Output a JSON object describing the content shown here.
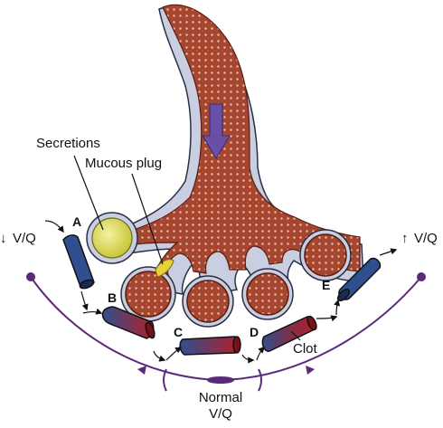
{
  "labels": {
    "secretions": "Secretions",
    "mucous_plug": "Mucous plug",
    "normal_line1": "Normal",
    "normal_line2": "V/Q",
    "clot": "Clot",
    "left_vq": "V/Q",
    "right_vq": "V/Q",
    "down_arrow": "↓",
    "up_arrow": "↑"
  },
  "units": {
    "a": "A",
    "b": "B",
    "c": "C",
    "d": "D",
    "e": "E"
  },
  "colors": {
    "airway": "#a8452f",
    "airway_dot": "#e8b3a0",
    "airway_outline": "#5a1d10",
    "wall": "#c9cfe0",
    "vessel_blue": "#2f4f8e",
    "vessel_red": "#b3202a",
    "secretion": "#e0e06a",
    "plug": "#e8d23a",
    "curve": "#5b2a7a",
    "flow_arrow": "#6a4fa8"
  },
  "icons": {
    "flow": "downward-flow-arrow-icon",
    "dots": "curve-endpoint-dot-icon"
  }
}
